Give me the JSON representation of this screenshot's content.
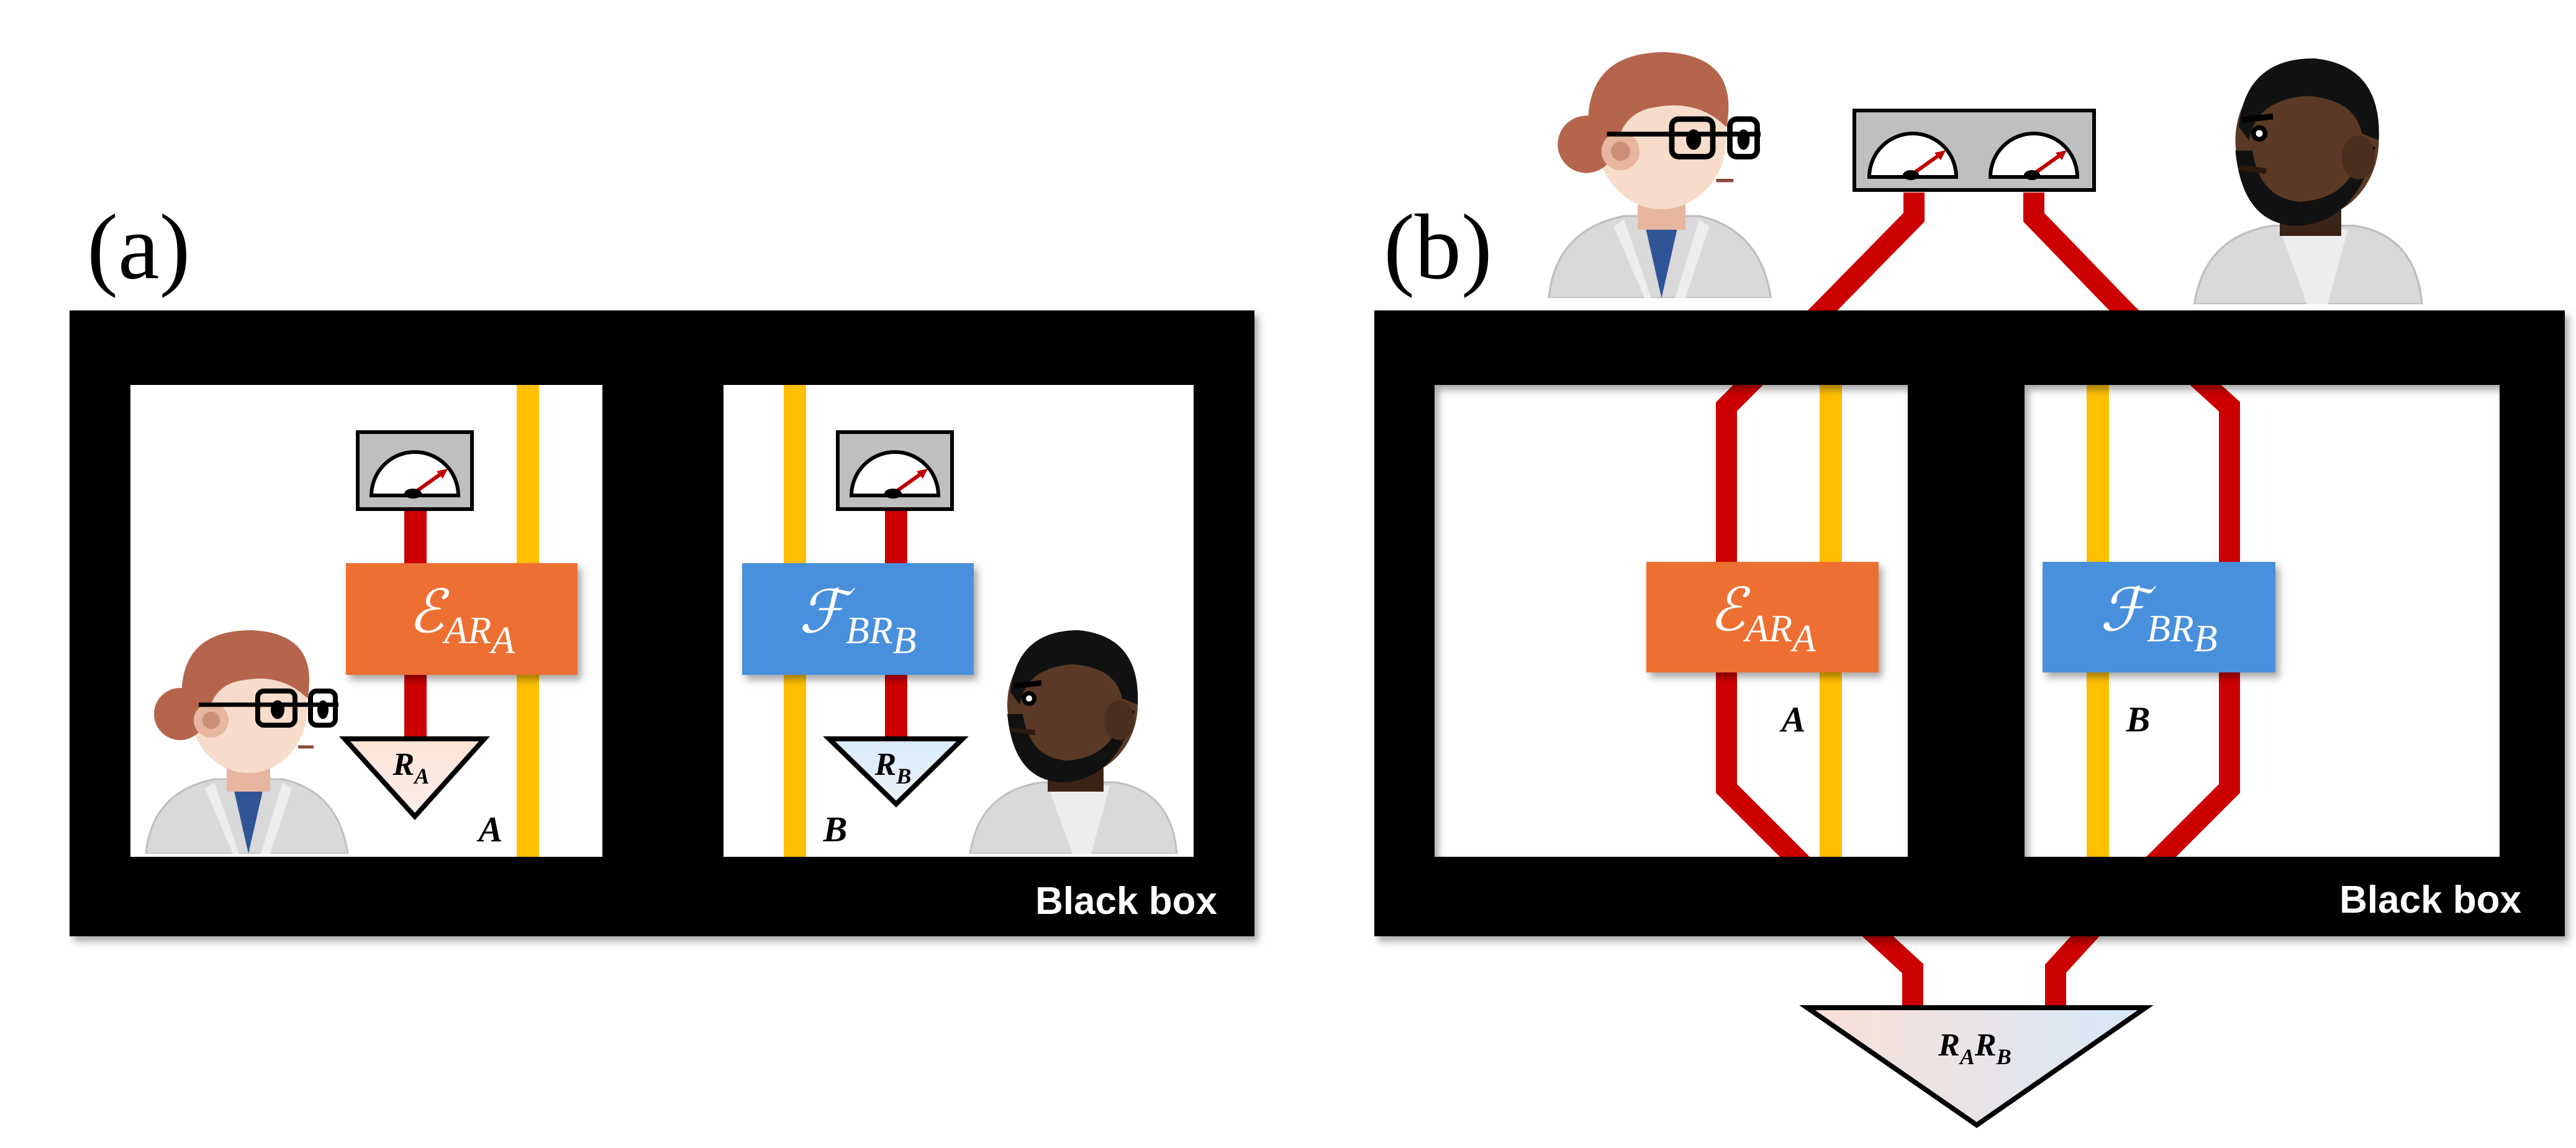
{
  "panel_a": {
    "letter": "(a)",
    "black_box_label": "Black box",
    "alice_channel": {
      "symbol": "ℰ",
      "subscript": "AR",
      "subsub": "A"
    },
    "bob_channel": {
      "symbol": "ℱ",
      "subscript": "BR",
      "subsub": "B"
    },
    "alice_reference": {
      "main": "R",
      "sub": "A"
    },
    "bob_reference": {
      "main": "R",
      "sub": "B"
    },
    "alice_system": "A",
    "bob_system": "B"
  },
  "panel_b": {
    "letter": "(b)",
    "black_box_label": "Black box",
    "alice_channel": {
      "symbol": "ℰ",
      "subscript": "AR",
      "subsub": "A"
    },
    "bob_channel": {
      "symbol": "ℱ",
      "subscript": "BR",
      "subsub": "B"
    },
    "joint_reference": {
      "r1": "R",
      "s1": "A",
      "r2": "R",
      "s2": "B"
    },
    "alice_system": "A",
    "bob_system": "B"
  },
  "colors": {
    "black_box": "#000000",
    "alice_channel": "#ED7031",
    "bob_channel": "#4A90DC",
    "red_wire": "#CC0000",
    "yellow_wire": "#FFC000",
    "meter_body": "#BFBFBF"
  }
}
